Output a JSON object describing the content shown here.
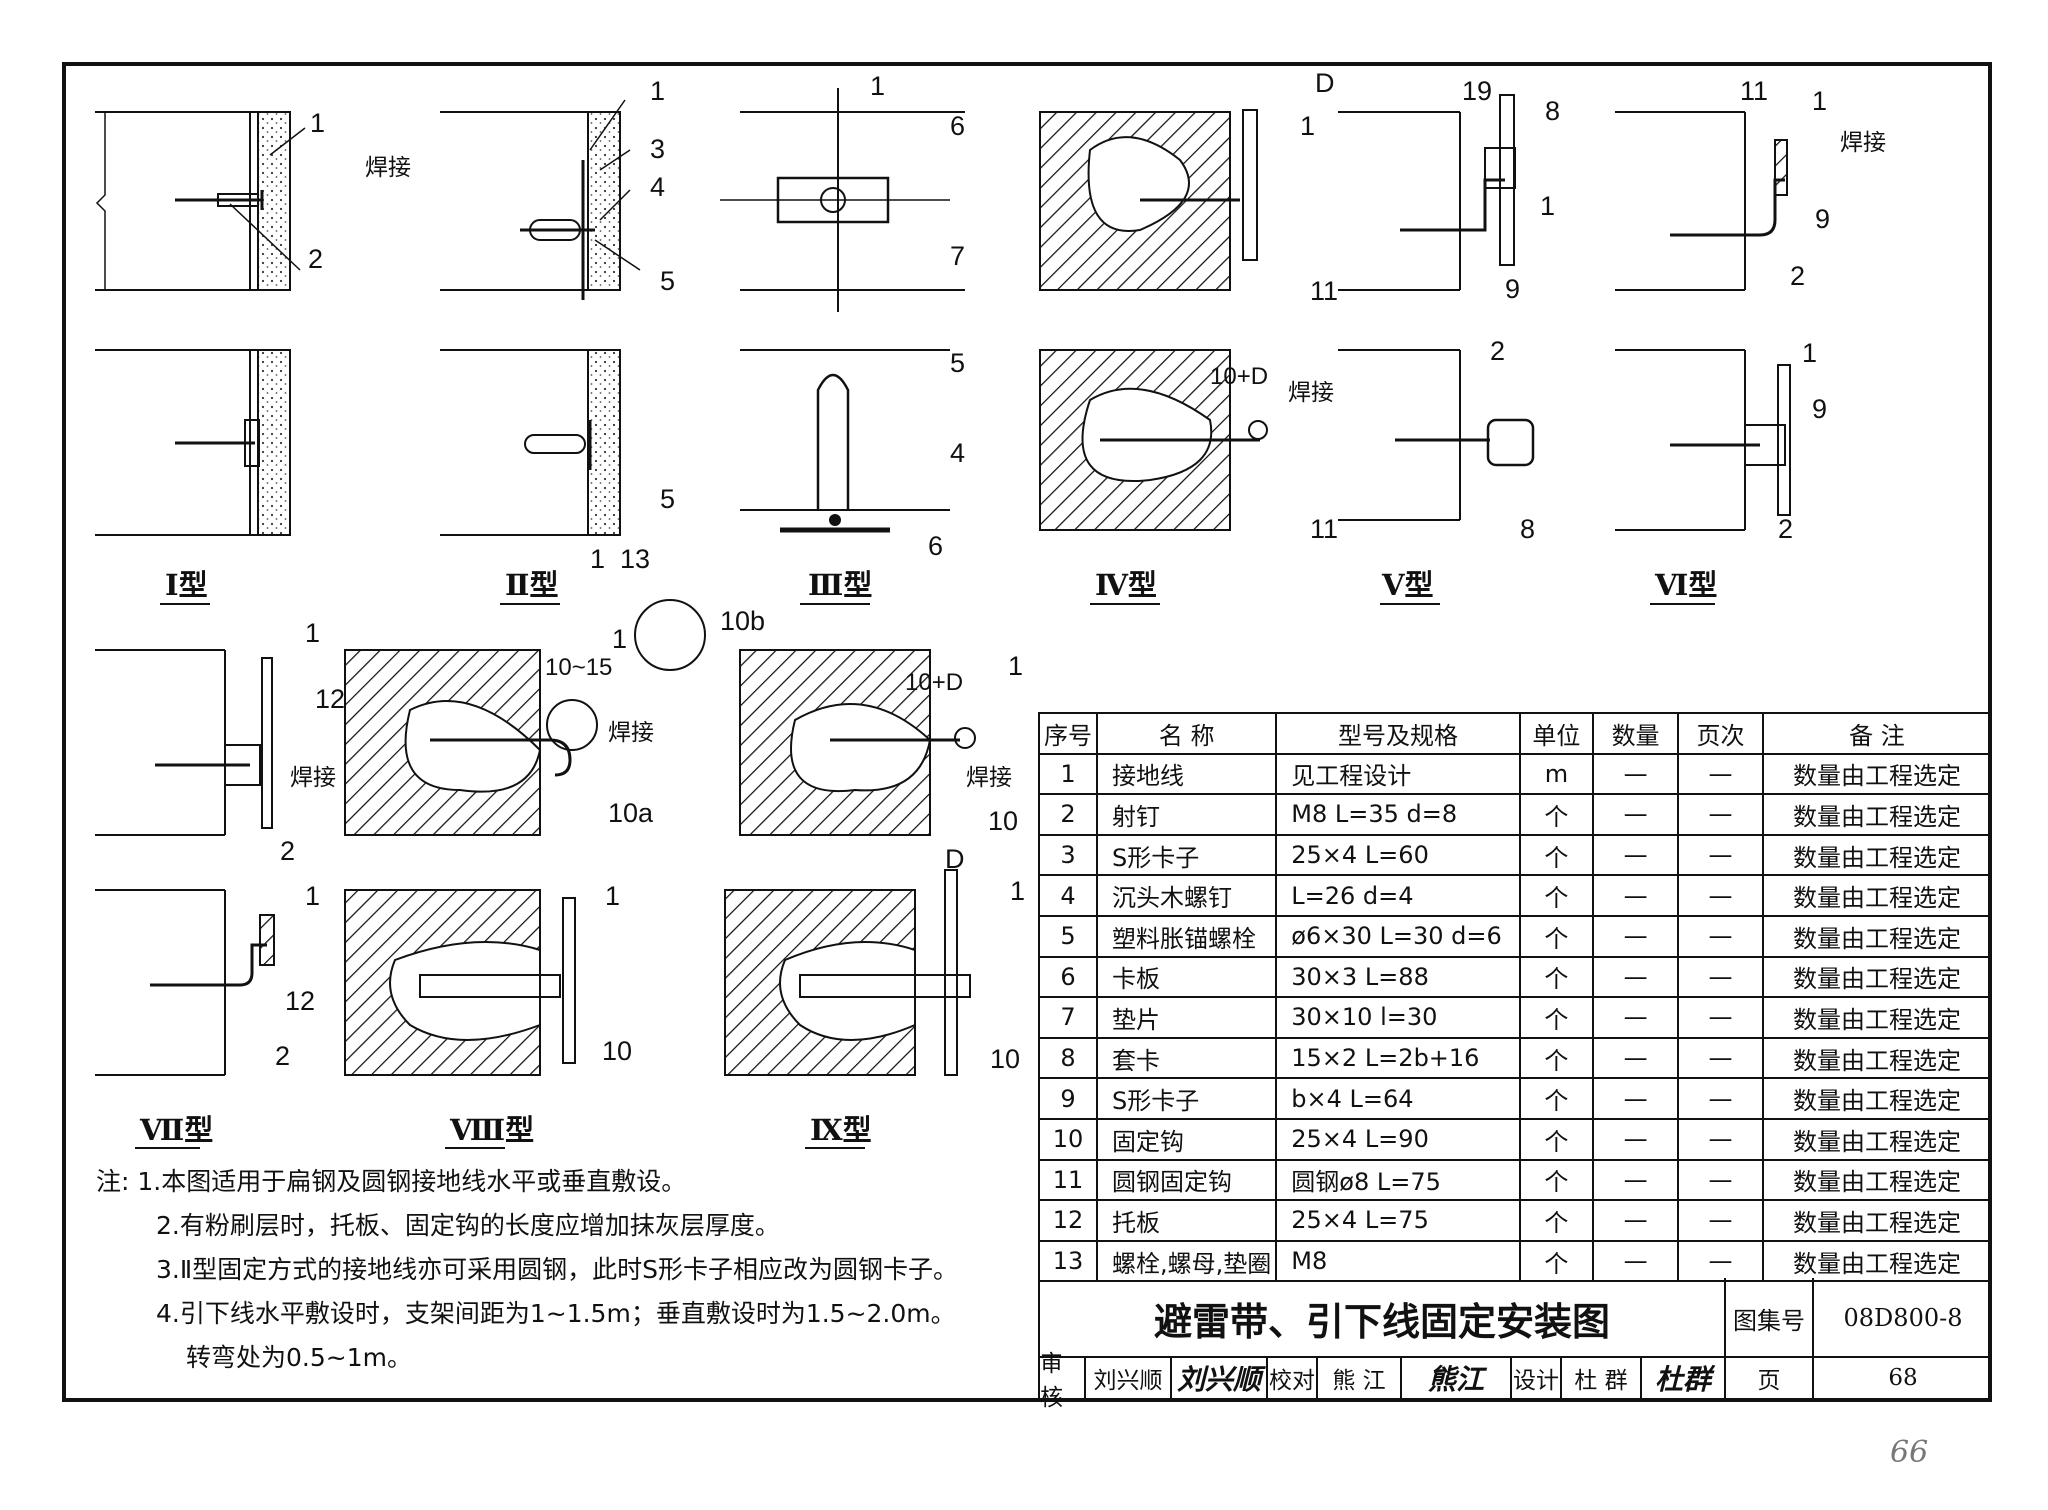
{
  "types": {
    "t1": "Ⅰ型",
    "t2": "Ⅱ型",
    "t3": "Ⅲ型",
    "t4": "Ⅳ型",
    "t5": "Ⅴ型",
    "t6": "Ⅵ型",
    "t7": "Ⅶ型",
    "t8": "Ⅷ型",
    "t9": "Ⅸ型"
  },
  "callouts": {
    "n1": "1",
    "n2": "2",
    "n3": "3",
    "n4": "4",
    "n5": "5",
    "n6": "6",
    "n7": "7",
    "n8": "8",
    "n9": "9",
    "n10": "10",
    "n11": "11",
    "n12": "12",
    "n13": "13",
    "n10a": "10a",
    "n10b": "10b"
  },
  "dims": {
    "d": "D",
    "d19": "19",
    "d11": "11",
    "d10d": "10+D",
    "d1015": "10~15"
  },
  "weld": "焊接",
  "table": {
    "headers": [
      "序号",
      "名 称",
      "型号及规格",
      "单位",
      "数量",
      "页次",
      "备 注"
    ],
    "rows": [
      [
        "1",
        "接地线",
        "见工程设计",
        "m",
        "—",
        "—",
        "数量由工程选定"
      ],
      [
        "2",
        "射钉",
        "M8 L=35 d=8",
        "个",
        "—",
        "—",
        "数量由工程选定"
      ],
      [
        "3",
        "S形卡子",
        "25×4 L=60",
        "个",
        "—",
        "—",
        "数量由工程选定"
      ],
      [
        "4",
        "沉头木螺钉",
        "L=26 d=4",
        "个",
        "—",
        "—",
        "数量由工程选定"
      ],
      [
        "5",
        "塑料胀锚螺栓",
        "ø6×30 L=30 d=6",
        "个",
        "—",
        "—",
        "数量由工程选定"
      ],
      [
        "6",
        "卡板",
        "30×3 L=88",
        "个",
        "—",
        "—",
        "数量由工程选定"
      ],
      [
        "7",
        "垫片",
        "30×10 l=30",
        "个",
        "—",
        "—",
        "数量由工程选定"
      ],
      [
        "8",
        "套卡",
        "15×2 L=2b+16",
        "个",
        "—",
        "—",
        "数量由工程选定"
      ],
      [
        "9",
        "S形卡子",
        "b×4 L=64",
        "个",
        "—",
        "—",
        "数量由工程选定"
      ],
      [
        "10",
        "固定钩",
        "25×4 L=90",
        "个",
        "—",
        "—",
        "数量由工程选定"
      ],
      [
        "11",
        "圆钢固定钩",
        "圆钢ø8 L=75",
        "个",
        "—",
        "—",
        "数量由工程选定"
      ],
      [
        "12",
        "托板",
        "25×4 L=75",
        "个",
        "—",
        "—",
        "数量由工程选定"
      ],
      [
        "13",
        "螺栓,螺母,垫圈",
        "M8",
        "个",
        "—",
        "—",
        "数量由工程选定"
      ]
    ]
  },
  "title_block": {
    "title": "避雷带、引下线固定安装图",
    "atlas_label": "图集号",
    "atlas_no": "08D800-8",
    "review_label": "审核",
    "reviewer": "刘兴顺",
    "reviewer_sig": "刘兴顺",
    "check_label": "校对",
    "checker": "熊 江",
    "checker_sig": "熊江",
    "design_label": "设计",
    "designer": "杜 群",
    "designer_sig": "杜群",
    "page_label": "页",
    "page_no": "68"
  },
  "notes": {
    "label": "注:",
    "n1": "1.本图适用于扁钢及圆钢接地线水平或垂直敷设。",
    "n2": "2.有粉刷层时，托板、固定钩的长度应增加抹灰层厚度。",
    "n3": "3.Ⅱ型固定方式的接地线亦可采用圆钢，此时S形卡子相应改为圆钢卡子。",
    "n4a": "4.引下线水平敷设时，支架间距为1~1.5m；垂直敷设时为1.5~2.0m。",
    "n4b": "转弯处为0.5~1m。"
  },
  "page_corner": "66"
}
